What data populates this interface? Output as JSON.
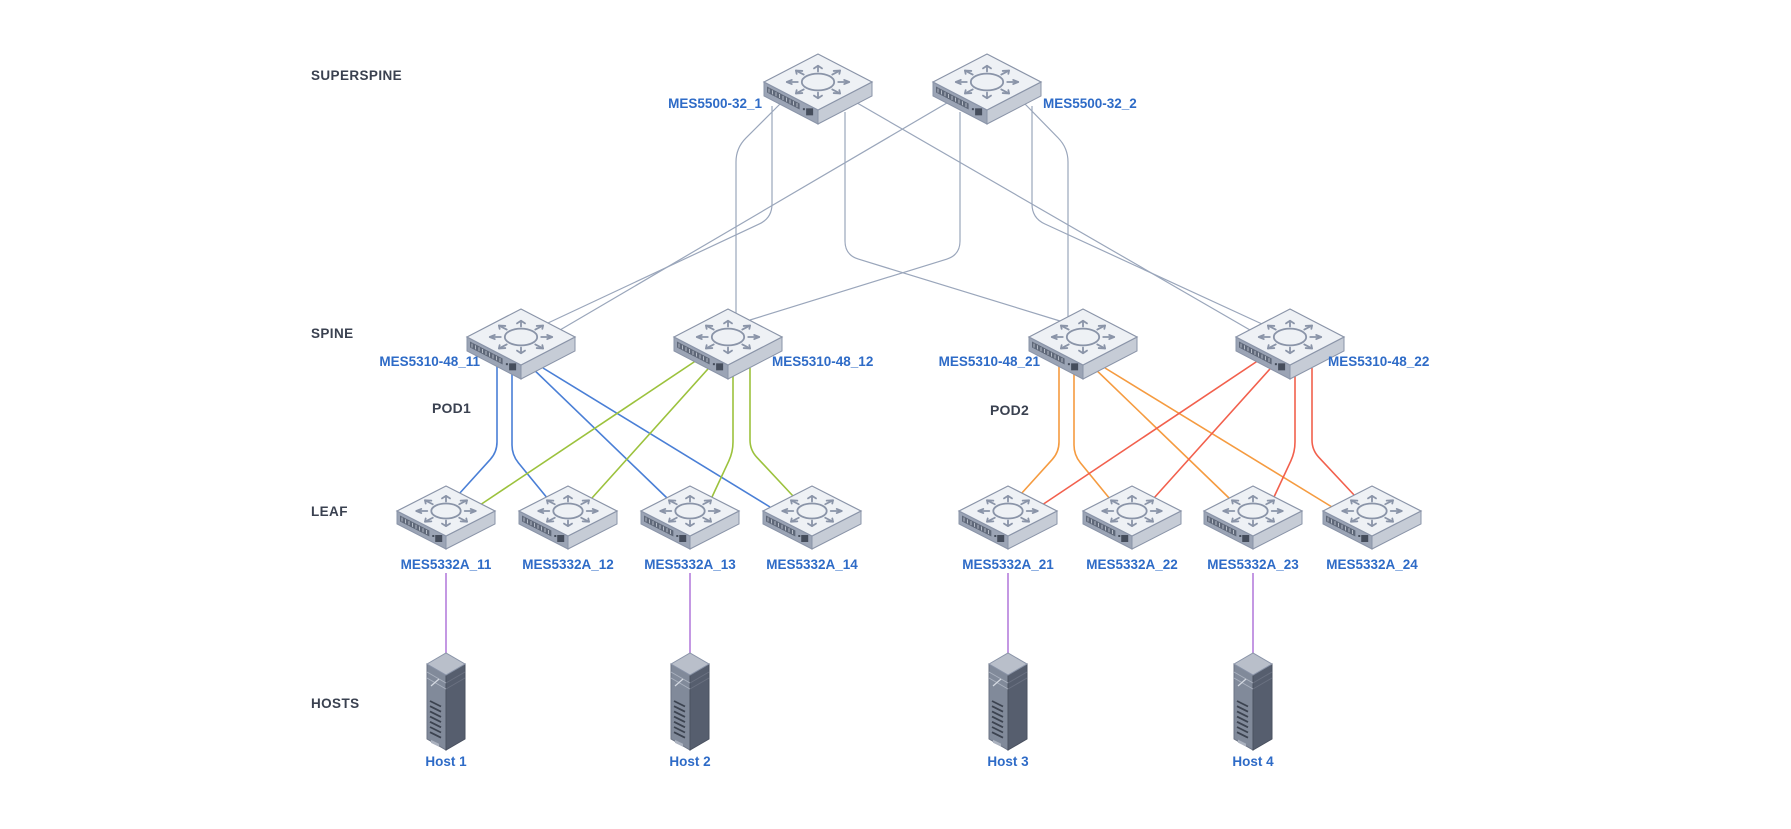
{
  "diagram": {
    "layer_labels": [
      "SUPERSPINE",
      "SPINE",
      "LEAF",
      "HOSTS"
    ],
    "pod_labels": [
      "POD1",
      "POD2"
    ],
    "nodes": [
      {
        "id": "ss1",
        "label": "MES5500-32_1",
        "tier": "superspine"
      },
      {
        "id": "ss2",
        "label": "MES5500-32_2",
        "tier": "superspine"
      },
      {
        "id": "sp11",
        "label": "MES5310-48_11",
        "tier": "spine"
      },
      {
        "id": "sp12",
        "label": "MES5310-48_12",
        "tier": "spine"
      },
      {
        "id": "sp21",
        "label": "MES5310-48_21",
        "tier": "spine"
      },
      {
        "id": "sp22",
        "label": "MES5310-48_22",
        "tier": "spine"
      },
      {
        "id": "lf11",
        "label": "MES5332A_11",
        "tier": "leaf"
      },
      {
        "id": "lf12",
        "label": "MES5332A_12",
        "tier": "leaf"
      },
      {
        "id": "lf13",
        "label": "MES5332A_13",
        "tier": "leaf"
      },
      {
        "id": "lf14",
        "label": "MES5332A_14",
        "tier": "leaf"
      },
      {
        "id": "lf21",
        "label": "MES5332A_21",
        "tier": "leaf"
      },
      {
        "id": "lf22",
        "label": "MES5332A_22",
        "tier": "leaf"
      },
      {
        "id": "lf23",
        "label": "MES5332A_23",
        "tier": "leaf"
      },
      {
        "id": "lf24",
        "label": "MES5332A_24",
        "tier": "leaf"
      },
      {
        "id": "h1",
        "label": "Host 1",
        "tier": "host"
      },
      {
        "id": "h2",
        "label": "Host 2",
        "tier": "host"
      },
      {
        "id": "h3",
        "label": "Host 3",
        "tier": "host"
      },
      {
        "id": "h4",
        "label": "Host 4",
        "tier": "host"
      }
    ],
    "links": [
      {
        "from": "ss1",
        "to": "sp12",
        "color": "gray"
      },
      {
        "from": "ss1",
        "to": "sp11",
        "color": "gray"
      },
      {
        "from": "ss1",
        "to": "sp21",
        "color": "gray"
      },
      {
        "from": "ss1",
        "to": "sp22",
        "color": "gray"
      },
      {
        "from": "ss2",
        "to": "sp21",
        "color": "gray"
      },
      {
        "from": "ss2",
        "to": "sp22",
        "color": "gray"
      },
      {
        "from": "ss2",
        "to": "sp12",
        "color": "gray"
      },
      {
        "from": "ss2",
        "to": "sp11",
        "color": "gray"
      },
      {
        "from": "sp11",
        "to": "lf11",
        "color": "blue"
      },
      {
        "from": "sp11",
        "to": "lf12",
        "color": "blue"
      },
      {
        "from": "sp11",
        "to": "lf13",
        "color": "blue"
      },
      {
        "from": "sp11",
        "to": "lf14",
        "color": "blue"
      },
      {
        "from": "sp12",
        "to": "lf11",
        "color": "green"
      },
      {
        "from": "sp12",
        "to": "lf12",
        "color": "green"
      },
      {
        "from": "sp12",
        "to": "lf13",
        "color": "green"
      },
      {
        "from": "sp12",
        "to": "lf14",
        "color": "green"
      },
      {
        "from": "sp21",
        "to": "lf21",
        "color": "orange"
      },
      {
        "from": "sp21",
        "to": "lf22",
        "color": "orange"
      },
      {
        "from": "sp21",
        "to": "lf23",
        "color": "orange"
      },
      {
        "from": "sp21",
        "to": "lf24",
        "color": "orange"
      },
      {
        "from": "sp22",
        "to": "lf21",
        "color": "red"
      },
      {
        "from": "sp22",
        "to": "lf22",
        "color": "red"
      },
      {
        "from": "sp22",
        "to": "lf23",
        "color": "red"
      },
      {
        "from": "sp22",
        "to": "lf24",
        "color": "red"
      },
      {
        "from": "lf11",
        "to": "h1",
        "color": "purple"
      },
      {
        "from": "lf13",
        "to": "h2",
        "color": "purple"
      },
      {
        "from": "lf21",
        "to": "h3",
        "color": "purple"
      },
      {
        "from": "lf23",
        "to": "h4",
        "color": "purple"
      }
    ],
    "colors": {
      "gray": "#9aa6bb",
      "blue": "#4a7fd6",
      "green": "#9cc23d",
      "orange": "#f59b40",
      "red": "#f2604d",
      "purple": "#b57fdc",
      "device_label": "#2e6bc7",
      "layer_label": "#3a4150"
    },
    "icons": {
      "superspine": "isometric-switch-icon",
      "spine": "isometric-switch-icon",
      "leaf": "isometric-switch-icon",
      "host": "server-tower-icon"
    }
  }
}
